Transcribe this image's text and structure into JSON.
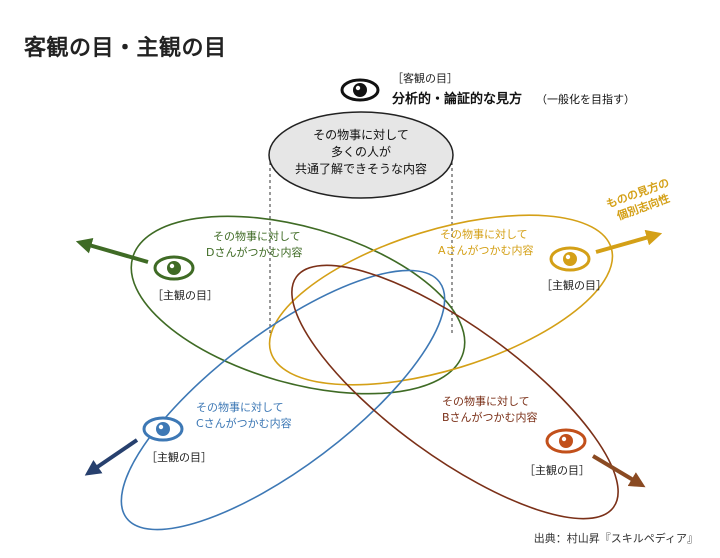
{
  "title": "客観の目・主観の目",
  "objective": {
    "tag": "［客観の目］",
    "desc_main": "分析的・論証的な見方",
    "desc_sub": "（一般化を目指す）",
    "content": [
      "その物事に対して",
      "多くの人が",
      "共通了解できそうな内容"
    ]
  },
  "subjective_direction": [
    "ものの見方の",
    "個別志向性"
  ],
  "subjective_tag": "［主観の目］",
  "perspectives": {
    "D": {
      "line1": "その物事に対して",
      "line2": "Dさんがつかむ内容",
      "tag": "［主観の目］",
      "color": "#3f6b25"
    },
    "A": {
      "line1": "その物事に対して",
      "line2": "Aさんがつかむ内容",
      "tag": "［主観の目］",
      "color": "#d4a017"
    },
    "C": {
      "line1": "その物事に対して",
      "line2": "Cさんがつかむ内容",
      "tag": "［主観の目］",
      "color": "#3d78b5"
    },
    "B": {
      "line1": "その物事に対して",
      "line2": "Bさんがつかむ内容",
      "tag": "［主観の目］",
      "color": "#7b3018"
    }
  },
  "colors": {
    "D": "#3f6b25",
    "A": "#d4a017",
    "C": "#3d78b5",
    "B": "#7b3018",
    "B_arrow": "#8a4a22",
    "C_arrow": "#27406e",
    "objective_fill": "#e6e6e6"
  },
  "source": "出典：村山昇『スキルペディア』"
}
